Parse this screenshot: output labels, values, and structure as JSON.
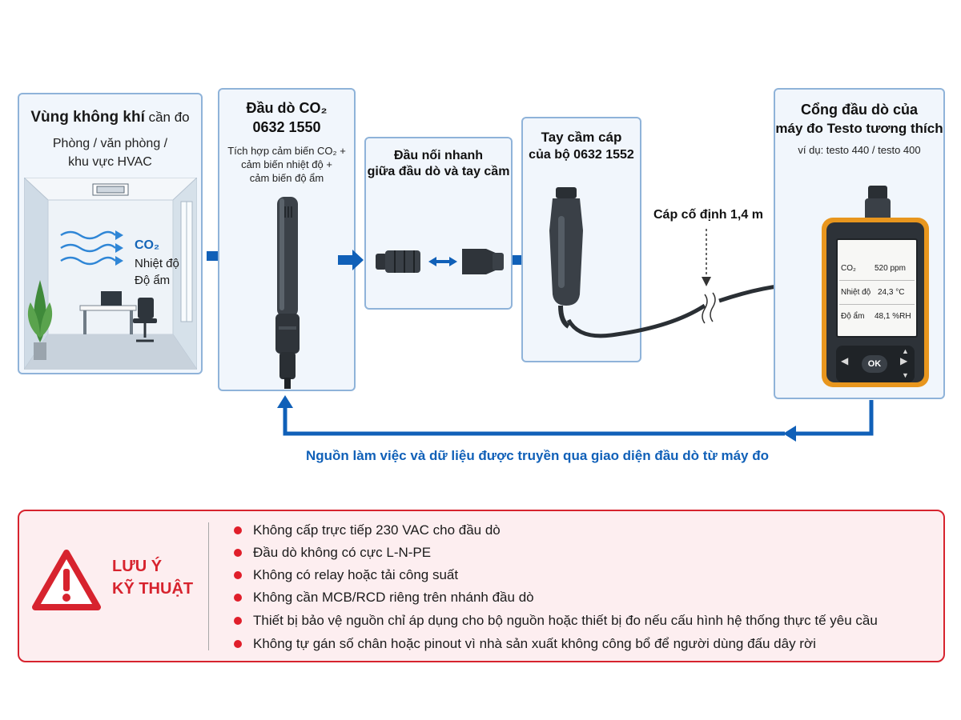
{
  "air_zone": {
    "title_bold": "Vùng không khí",
    "title_rest": " cần đo",
    "line1": "Phòng / văn phòng /",
    "line2": "khu vực HVAC",
    "co2": "CO₂",
    "temp": "Nhiệt độ",
    "humidity": "Độ ẩm"
  },
  "probe": {
    "title1": "Đầu dò CO₂",
    "title2": "0632 1550",
    "desc1": "Tích hợp cảm biến CO₂ +",
    "desc2": "cảm biến nhiệt độ +",
    "desc3": "cảm biến độ ẩm"
  },
  "quick_connector": {
    "title1": "Đầu nối nhanh",
    "title2": "giữa đầu dò và tay cầm"
  },
  "handle": {
    "title1": "Tay cầm cáp",
    "title2": "của bộ 0632 1552"
  },
  "cable_label": "Cáp cố định 1,4 m",
  "meter": {
    "title1": "Cổng đầu dò của",
    "title2": "máy đo Testo tương thích",
    "example": "ví dụ: testo 440 / testo 400",
    "readings": [
      {
        "label": "CO₂",
        "value": "520 ppm"
      },
      {
        "label": "Nhiệt độ",
        "value": "24,3 °C"
      },
      {
        "label": "Độ ẩm",
        "value": "48,1 %RH"
      }
    ],
    "ok_label": "OK"
  },
  "flow_caption": "Nguồn làm việc và dữ liệu được truyền qua giao diện đầu dò từ máy đo",
  "note": {
    "title1": "LƯU Ý",
    "title2": "KỸ THUẬT",
    "items": [
      "Không cấp trực tiếp 230 VAC cho đầu dò",
      "Đầu dò không có cực L-N-PE",
      "Không có relay hoặc tải công suất",
      "Không cần MCB/RCD riêng trên nhánh đầu dò",
      "Thiết bị bảo vệ nguồn chỉ áp dụng cho bộ nguồn hoặc thiết  bị đo nếu cấu hình hệ thống thực tế yêu cầu",
      "Không tự gán số chân hoặc pinout vì nhà sản xuất không công bổ để người dùng đấu dây rời"
    ]
  },
  "colors": {
    "arrow_blue": "#1060b8",
    "box_border": "#8fb3d9",
    "box_fill": "#f1f6fc",
    "warning_red": "#d7232e",
    "meter_orange": "#e8961e",
    "note_fill": "#fdeef0"
  }
}
